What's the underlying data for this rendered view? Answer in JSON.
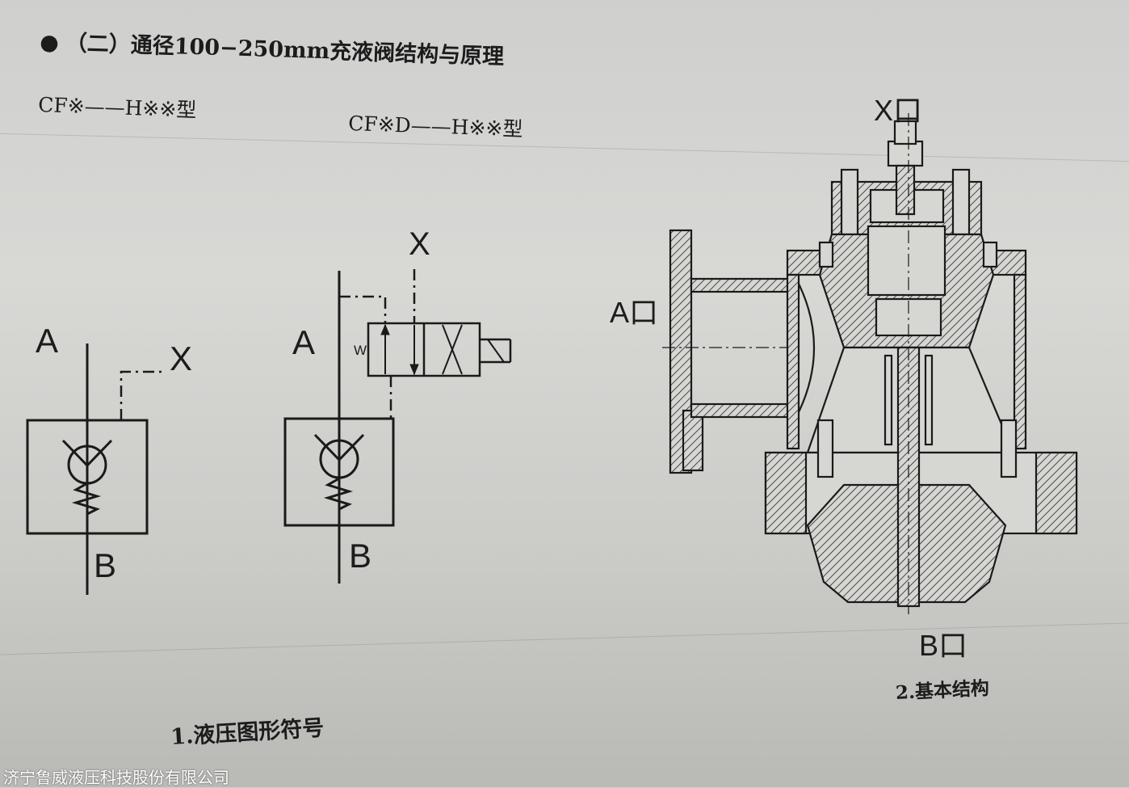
{
  "heading": {
    "bullet": "●",
    "text": "（二）通径100−250mm充液阀结构与原理"
  },
  "models": {
    "left": "CF※——H※※型",
    "right": "CF※D——H※※型"
  },
  "symbol1": {
    "a": "A",
    "b": "B",
    "x": "X"
  },
  "symbol2": {
    "a": "A",
    "b": "B",
    "x": "X",
    "w": "W"
  },
  "structure_ports": {
    "x": "X口",
    "a": "A口",
    "b": "B口"
  },
  "captions": {
    "symbols": "1.液压图形符号",
    "structure": "2.基本结构"
  },
  "watermark": "济宁鲁威液压科技股份有限公司"
}
